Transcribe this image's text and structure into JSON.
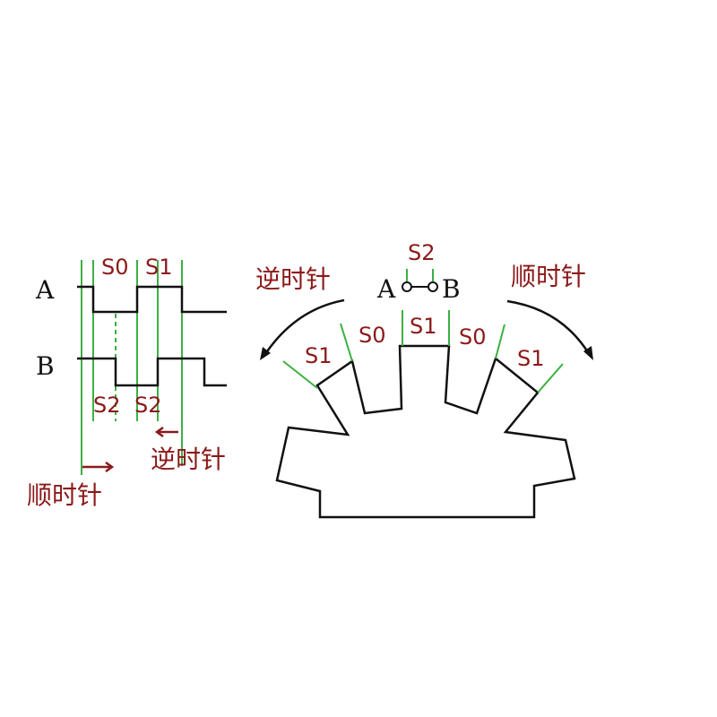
{
  "waveform": {
    "signal_a_label": "A",
    "signal_b_label": "B",
    "state_s0": "S0",
    "state_s1": "S1",
    "state_s2_first": "S2",
    "state_s2_second": "S2",
    "counterclockwise_label": "逆时针",
    "clockwise_label": "顺时针"
  },
  "wheel": {
    "sensor_a_label": "A",
    "sensor_b_label": "B",
    "sensor_state": "S2",
    "counterclockwise_label": "逆时针",
    "clockwise_label": "顺时针",
    "zone_labels": [
      "S1",
      "S0",
      "S1",
      "S0",
      "S1"
    ]
  },
  "colors": {
    "label_text": "#8b1a1a",
    "boundary_lines": "#3cb043",
    "outline": "#111111"
  }
}
